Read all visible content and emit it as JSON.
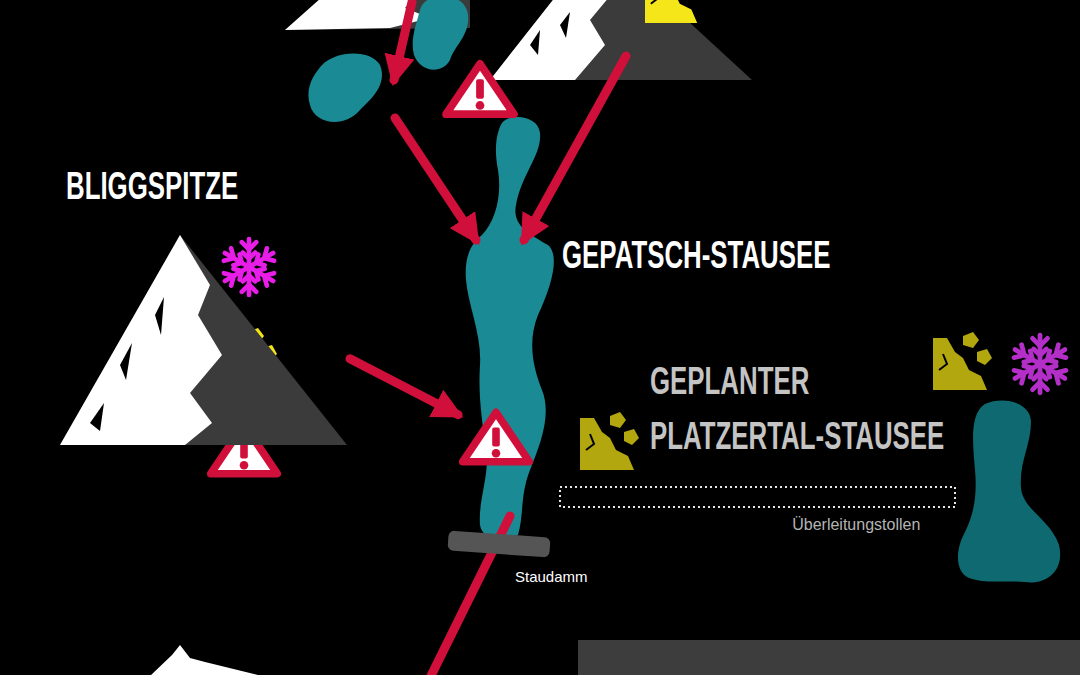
{
  "diagram": {
    "nodes": [
      {
        "text": [
          "BLIGGSPITZE"
        ]
      },
      {
        "text": [
          "GEPATSCH-STAUSEE"
        ]
      },
      {
        "text": [
          "GEPLANTER PLATZERTAL-STAUSEE"
        ]
      }
    ],
    "edges": [
      {
        "from": 0,
        "to": 1,
        "arrow": "to"
      },
      {
        "from": 1,
        "to": 2,
        "arrow": "none",
        "label": "Überleitungstollen"
      }
    ],
    "labels": [
      "Staudamm"
    ]
  }
}
